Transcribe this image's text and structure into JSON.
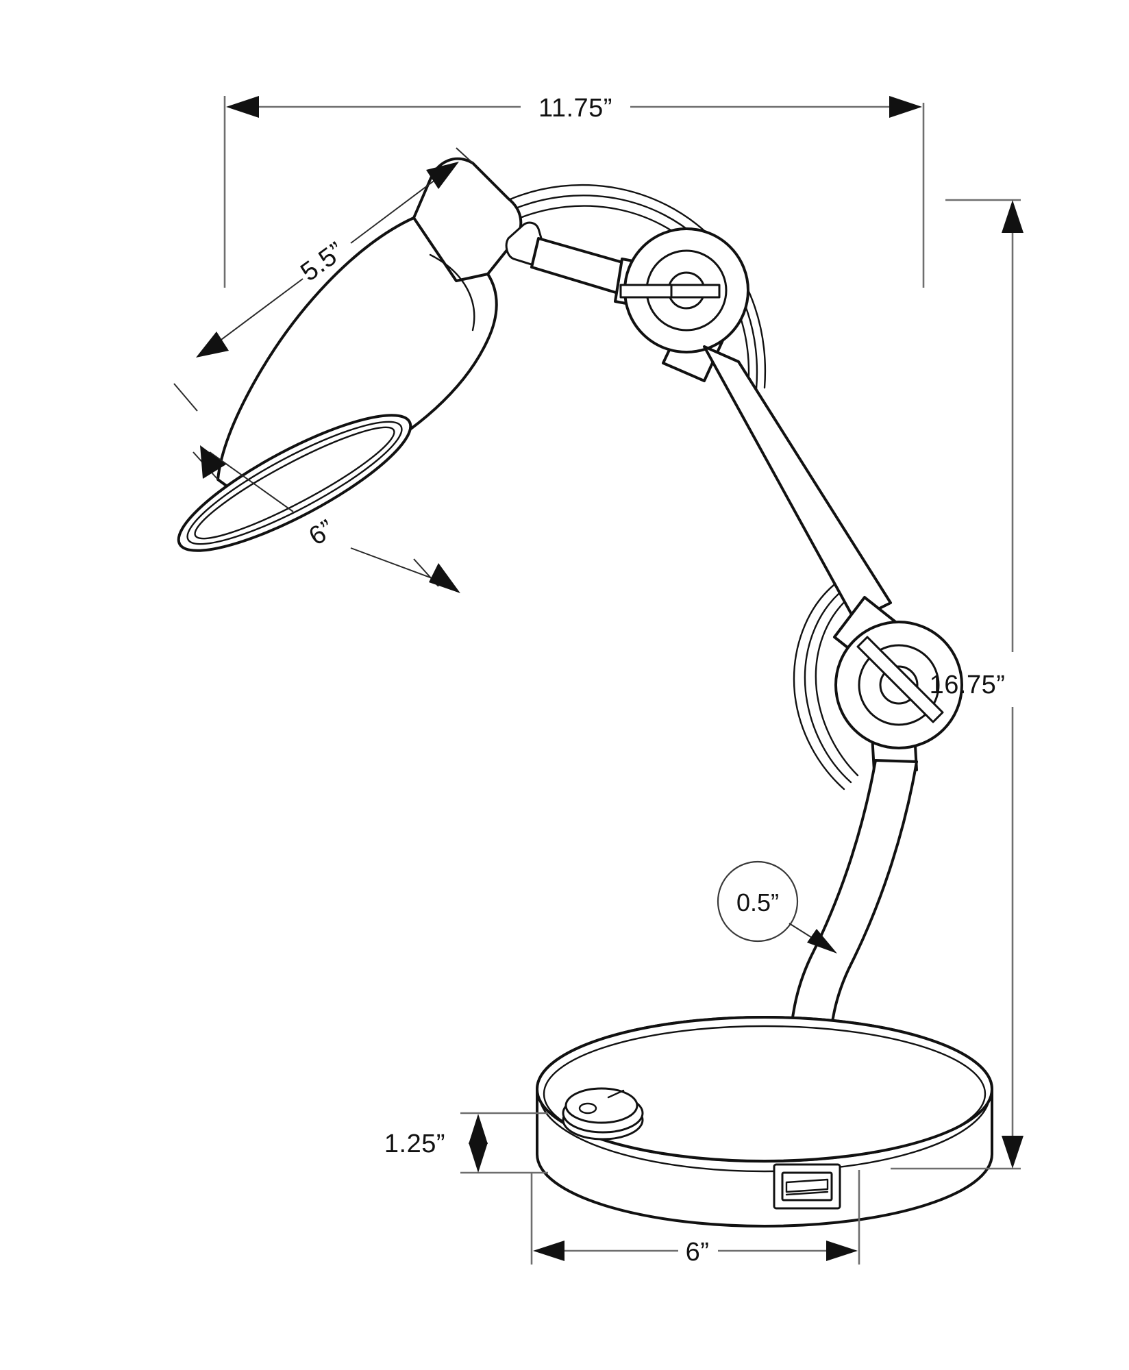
{
  "drawing": {
    "title": "Desk Lamp Dimensioned Technical Drawing",
    "product": "table lamp",
    "units": "inches",
    "background_color": "#ffffff",
    "line_color": "#111111",
    "dimension_line_color": "#6e6e6e"
  },
  "dimensions": {
    "overall_width": "11.75”",
    "shade_slant_height": "5.5”",
    "shade_opening_diameter": "6”",
    "overall_height": "16.75”",
    "arm_diameter": "0.5”",
    "base_height": "1.25”",
    "base_diameter": "6”"
  },
  "labels": [
    {
      "id": "overall-width",
      "text": "11.75”",
      "orientation": "horizontal",
      "position": "top"
    },
    {
      "id": "shade-slant",
      "text": "5.5”",
      "orientation": "diagonal",
      "position": "upper-left"
    },
    {
      "id": "shade-opening",
      "text": "6”",
      "orientation": "diagonal",
      "position": "left"
    },
    {
      "id": "overall-height",
      "text": "16.75”",
      "orientation": "horizontal",
      "position": "right"
    },
    {
      "id": "arm-diameter",
      "text": "0.5”",
      "orientation": "horizontal",
      "position": "callout-circle"
    },
    {
      "id": "base-height",
      "text": "1.25”",
      "orientation": "horizontal",
      "position": "lower-left"
    },
    {
      "id": "base-diameter",
      "text": "6”",
      "orientation": "horizontal",
      "position": "bottom"
    }
  ],
  "parts": [
    {
      "id": "shade",
      "name": "lamp shade"
    },
    {
      "id": "shade-opening",
      "name": "shade opening ellipse"
    },
    {
      "id": "shade-cap",
      "name": "shade top cap"
    },
    {
      "id": "upper-joint",
      "name": "upper knuckle joint"
    },
    {
      "id": "upper-arm",
      "name": "upper arm"
    },
    {
      "id": "elbow-joint",
      "name": "elbow knuckle joint"
    },
    {
      "id": "lower-arm",
      "name": "lower arm"
    },
    {
      "id": "base",
      "name": "round base"
    },
    {
      "id": "switch-knob",
      "name": "rotary switch knob"
    },
    {
      "id": "usb-port",
      "name": "usb charging port"
    },
    {
      "id": "decorative-arc",
      "name": "decorative arc"
    }
  ]
}
